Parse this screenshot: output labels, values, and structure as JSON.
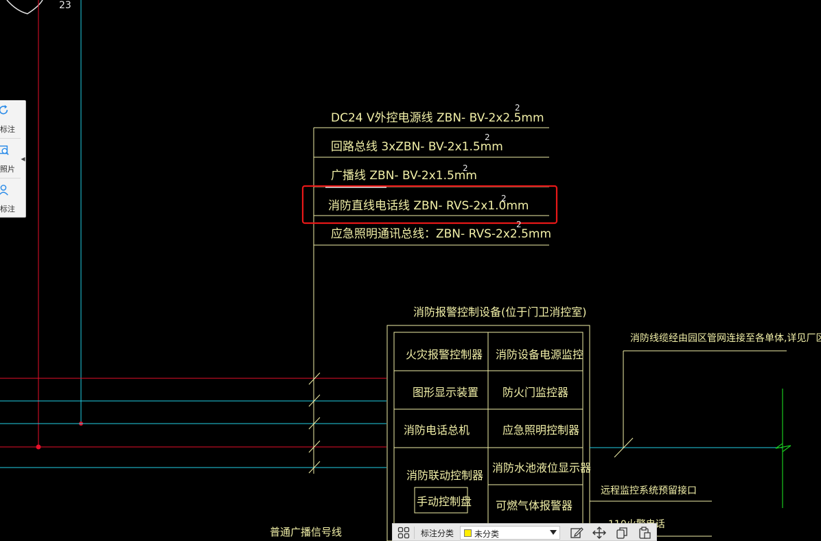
{
  "colors": {
    "background": "#000000",
    "cad_text": "#f2f0a8",
    "red_line": "#e8102a",
    "cyan_line": "#22d0e6",
    "green_line": "#19c81e",
    "highlight_box": "#e81818"
  },
  "drawing": {
    "corner_number": "23",
    "cable_specs": [
      {
        "label": "DC24 V外控电源线  ZBN- BV-2x2.5mm",
        "sup": "2"
      },
      {
        "label": "回路总线  3xZBN- BV-2x1.5mm",
        "sup": "2"
      },
      {
        "label": "广播线  ZBN- BV-2x1.5mm",
        "sup": "2"
      },
      {
        "label": "消防直线电话线  ZBN- RVS-2x1.0mm",
        "sup": "2"
      },
      {
        "label": "应急照明通讯总线：ZBN- RVS-2x2.5mm",
        "sup": "2"
      }
    ],
    "panel_title": "消防报警控制设备(位于门卫消控室)",
    "panel_cells_left": [
      "火灾报警控制器",
      "图形显示装置",
      "消防电话总机",
      "消防联动控制器"
    ],
    "panel_cells_right": [
      "消防设备电源监控",
      "防火门监控器",
      "应急照明控制器",
      "消防水池液位显示器",
      "可燃气体报警器"
    ],
    "manual_panel": "手动控制盘",
    "cable_route_note": "消防线缆经由园区管网连接至各单体,详见厂区平面图",
    "remote_monitor_label": "远程监控系统预留接口",
    "bottom_partial_label": "110火警电话",
    "broadcast_signal_label": "普通广播信号线"
  },
  "toolbox": {
    "items": [
      {
        "label": "标注",
        "icon": "refresh-annotate-icon"
      },
      {
        "label": "照片",
        "icon": "photo-search-icon"
      },
      {
        "label": "标注",
        "icon": "person-annotate-icon"
      }
    ],
    "collapse_icon": "triangle-left-icon"
  },
  "annotation_bar": {
    "grid_icon": "grid-apps-icon",
    "category_label": "标注分类",
    "category_value": "未分类",
    "category_swatch": "#ffee00",
    "tools": [
      "edit-icon",
      "move-icon",
      "copy-icon",
      "paste-icon"
    ]
  }
}
